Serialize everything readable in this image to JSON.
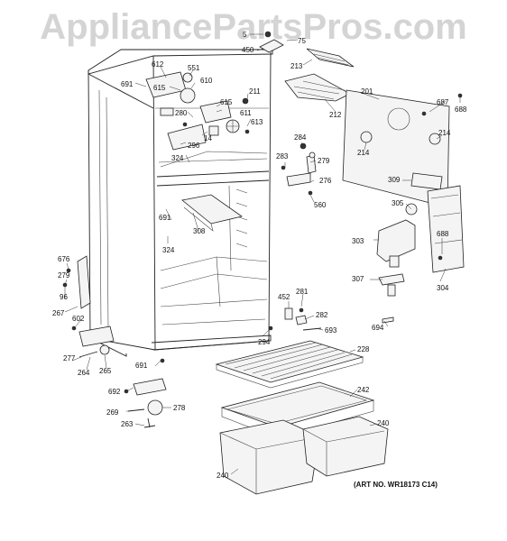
{
  "watermark": "AppliancePartsPros.com",
  "art_number": "(ART NO. WR18173 C14)",
  "callouts": {
    "c5": "5",
    "c75": "75",
    "c450": "450",
    "c213": "213",
    "c201": "201",
    "c212": "212",
    "c687": "687",
    "c688a": "688",
    "c214a": "214",
    "c214b": "214",
    "c612": "612",
    "c551": "551",
    "c691a": "691",
    "c615a": "615",
    "c610": "610",
    "c615b": "615",
    "c211": "211",
    "c280": "280",
    "c611": "611",
    "c613": "613",
    "c14": "14",
    "c296": "296",
    "c324a": "324",
    "c284": "284",
    "c283": "283",
    "c279": "279",
    "c276": "276",
    "c560": "560",
    "c309": "309",
    "c305": "305",
    "c691b": "691",
    "c308": "308",
    "c324b": "324",
    "c303": "303",
    "c688b": "688",
    "c676": "676",
    "c279b": "279",
    "c96": "96",
    "c267": "267",
    "c307": "307",
    "c304": "304",
    "c602": "602",
    "c452": "452",
    "c281": "281",
    "c282": "282",
    "c693": "693",
    "c694": "694",
    "c277": "277",
    "c294": "294",
    "c264": "264",
    "c265": "265",
    "c228": "228",
    "c691c": "691",
    "c692": "692",
    "c242": "242",
    "c269": "269",
    "c278": "278",
    "c263": "263",
    "c240a": "240",
    "c240b": "240"
  }
}
